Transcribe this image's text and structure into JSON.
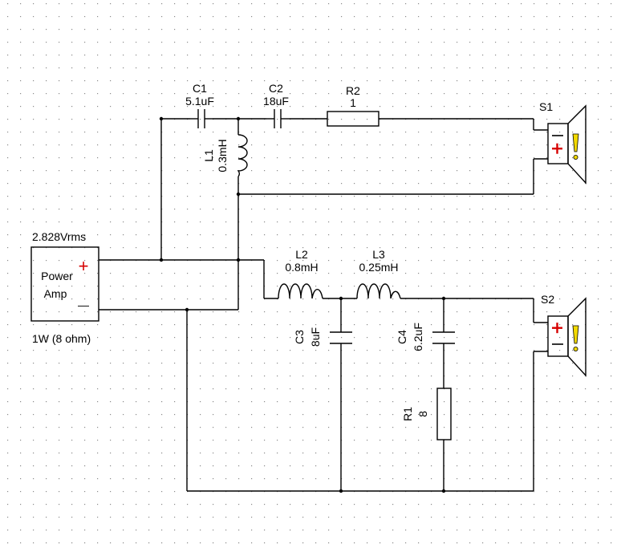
{
  "components": {
    "C1": {
      "name": "C1",
      "value": "5.1uF"
    },
    "C2": {
      "name": "C2",
      "value": "18uF"
    },
    "R2": {
      "name": "R2",
      "value": "1"
    },
    "L1": {
      "name": "L1",
      "value": "0.3mH"
    },
    "L2": {
      "name": "L2",
      "value": "0.8mH"
    },
    "L3": {
      "name": "L3",
      "value": "0.25mH"
    },
    "C3": {
      "name": "C3",
      "value": "8uF"
    },
    "C4": {
      "name": "C4",
      "value": "6.2uF"
    },
    "R1": {
      "name": "R1",
      "value": "8"
    },
    "S1": {
      "name": "S1"
    },
    "S2": {
      "name": "S2"
    }
  },
  "amp": {
    "voltage": "2.828Vrms",
    "line1": "Power",
    "line2": "Amp",
    "power": "1W (8 ohm)",
    "plus": "+",
    "minus": "—"
  },
  "colors": {
    "grid_dot": "#8a8a8a",
    "wire": "#000000",
    "plus_red": "#d60000",
    "warning_yellow": "#f2d900"
  }
}
